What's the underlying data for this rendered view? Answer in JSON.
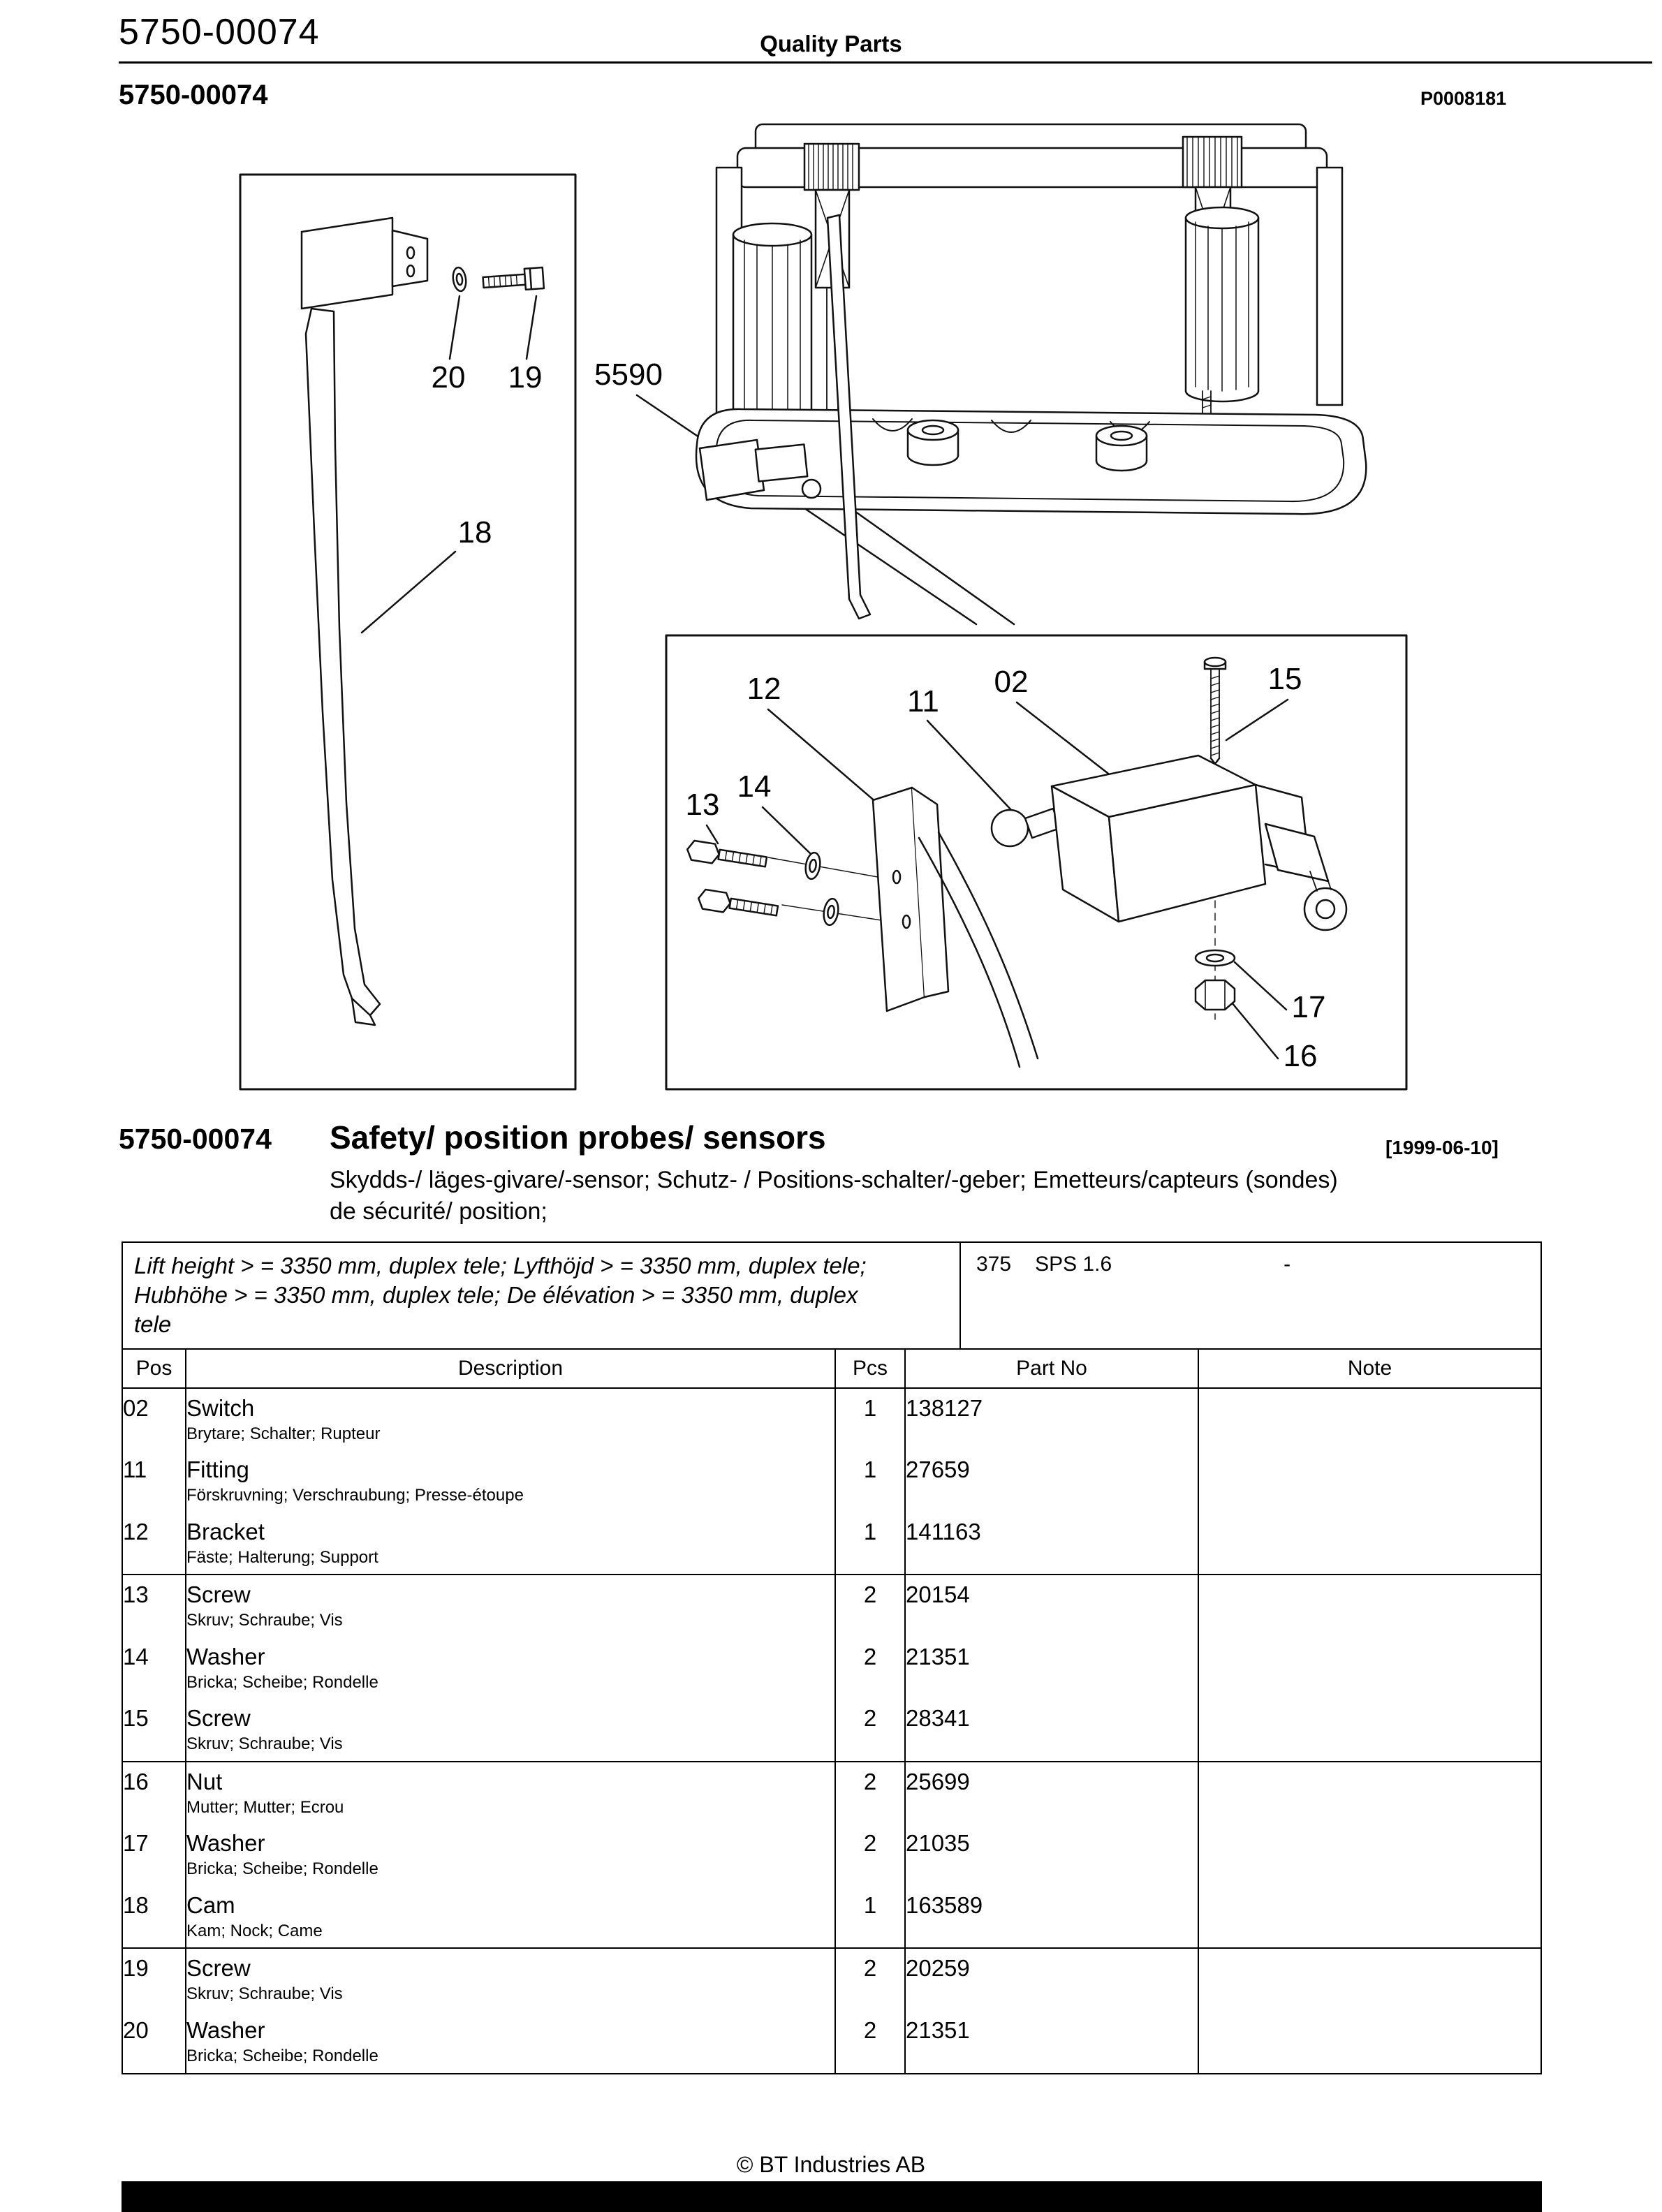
{
  "page": {
    "doc_number": "5750-00074",
    "header_title": "Quality Parts",
    "doc_number_bold": "5750-00074",
    "image_ref": "P0008181",
    "footer_copyright": "© BT Industries AB"
  },
  "section": {
    "doc_number": "5750-00074",
    "title": "Safety/ position probes/ sensors",
    "date": "[1999-06-10]",
    "subtitle_line1": "Skydds-/ läges-givare/-sensor; Schutz- / Positions-schalter/-geber; Emetteurs/capteurs (sondes)",
    "subtitle_line2": "de sécurité/ position;"
  },
  "diagram": {
    "callouts": {
      "c20": "20",
      "c19": "19",
      "c5590": "5590",
      "c18": "18",
      "c12": "12",
      "c11": "11",
      "c02": "02",
      "c15": "15",
      "c13": "13",
      "c14": "14",
      "c17": "17",
      "c16": "16"
    }
  },
  "parts_table": {
    "variant": {
      "text_line1": "Lift height > = 3350 mm, duplex tele; Lyfthöjd > = 3350 mm, duplex tele;",
      "text_line2": "Hubhöhe > = 3350 mm, duplex tele; De élévation > = 3350 mm, duplex",
      "text_line3": "tele",
      "code": "375",
      "spec": "SPS 1.6",
      "note": "-"
    },
    "headers": {
      "pos": "Pos",
      "description": "Description",
      "pcs": "Pcs",
      "part_no": "Part No",
      "note": "Note"
    },
    "rows": [
      {
        "pos": "02",
        "desc": "Switch",
        "desc_sub": "Brytare; Schalter; Rupteur",
        "pcs": "1",
        "part_no": "138127"
      },
      {
        "pos": "11",
        "desc": "Fitting",
        "desc_sub": "Förskruvning; Verschraubung; Presse-étoupe",
        "pcs": "1",
        "part_no": "27659"
      },
      {
        "pos": "12",
        "desc": "Bracket",
        "desc_sub": "Fäste; Halterung; Support",
        "pcs": "1",
        "part_no": "141163"
      },
      {
        "pos": "13",
        "desc": "Screw",
        "desc_sub": "Skruv; Schraube; Vis",
        "pcs": "2",
        "part_no": "20154"
      },
      {
        "pos": "14",
        "desc": "Washer",
        "desc_sub": "Bricka; Scheibe; Rondelle",
        "pcs": "2",
        "part_no": "21351"
      },
      {
        "pos": "15",
        "desc": "Screw",
        "desc_sub": "Skruv; Schraube; Vis",
        "pcs": "2",
        "part_no": "28341"
      },
      {
        "pos": "16",
        "desc": "Nut",
        "desc_sub": "Mutter; Mutter; Ecrou",
        "pcs": "2",
        "part_no": "25699"
      },
      {
        "pos": "17",
        "desc": "Washer",
        "desc_sub": "Bricka; Scheibe; Rondelle",
        "pcs": "2",
        "part_no": "21035"
      },
      {
        "pos": "18",
        "desc": "Cam",
        "desc_sub": "Kam; Nock; Came",
        "pcs": "1",
        "part_no": "163589"
      },
      {
        "pos": "19",
        "desc": "Screw",
        "desc_sub": "Skruv; Schraube; Vis",
        "pcs": "2",
        "part_no": "20259"
      },
      {
        "pos": "20",
        "desc": "Washer",
        "desc_sub": "Bricka; Scheibe; Rondelle",
        "pcs": "2",
        "part_no": "21351"
      }
    ]
  }
}
